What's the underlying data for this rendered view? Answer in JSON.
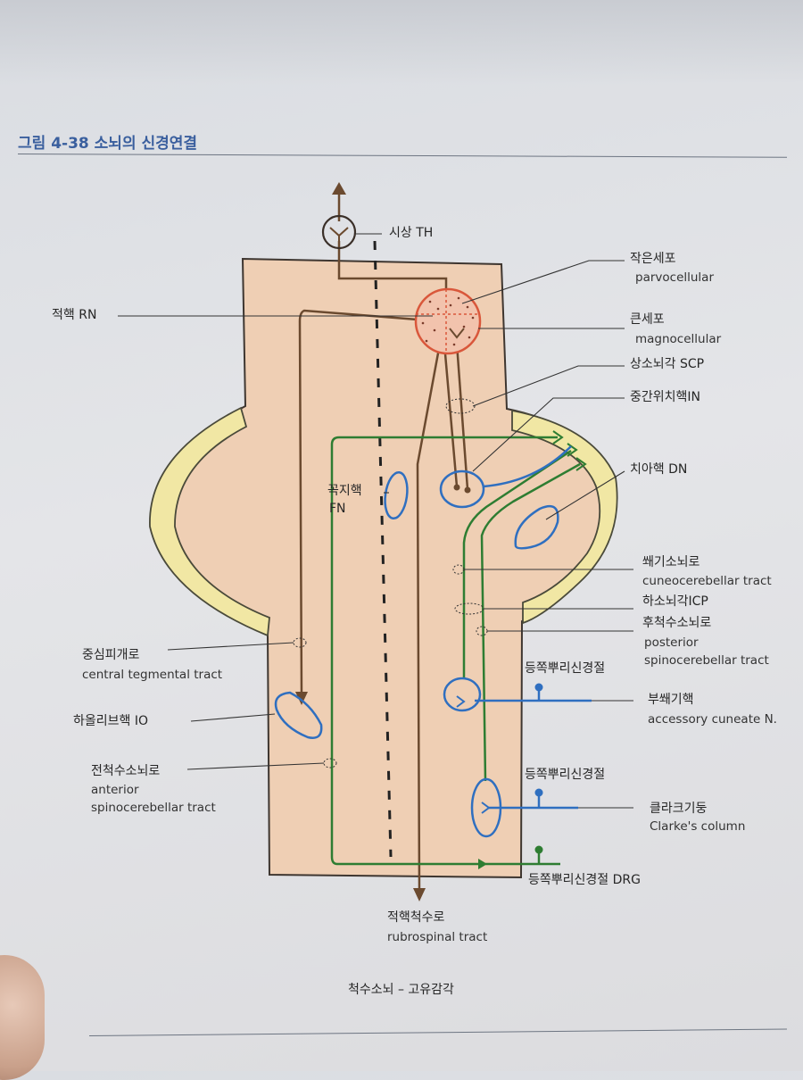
{
  "figure": {
    "title": "그림 4-38 소뇌의 신경연결",
    "caption": "척수소뇌 – 고유감각"
  },
  "labels": {
    "thalamus": "시상 TH",
    "red_nucleus": "적핵 RN",
    "parvocellular_ko": "작은세포",
    "parvocellular_en": "parvocellular",
    "magnocellular_ko": "큰세포",
    "magnocellular_en": "magnocellular",
    "scp": "상소뇌각 SCP",
    "interposed": "중간위치핵IN",
    "dentate": "치아핵 DN",
    "fastigial_ko": "꼭지핵",
    "fastigial_en": "FN",
    "cuneocerebellar_ko": "쐐기소뇌로",
    "cuneocerebellar_en": "cuneocerebellar tract",
    "icp": "하소뇌각ICP",
    "posterior_sc_ko": "후척수소뇌로",
    "posterior_sc_en1": "posterior",
    "posterior_sc_en2": "spinocerebellar tract",
    "ctt_ko": "중심피개로",
    "ctt_en": "central tegmental tract",
    "drg_upper": "등쪽뿌리신경절",
    "accessory_ko": "부쐐기핵",
    "accessory_en": "accessory cuneate N.",
    "io": "하올리브핵 IO",
    "anterior_sc_ko": "전척수소뇌로",
    "anterior_sc_en1": "anterior",
    "anterior_sc_en2": "spinocerebellar tract",
    "drg_middle": "등쪽뿌리신경절",
    "clarke_ko": "클라크기둥",
    "clarke_en": "Clarke's column",
    "drg_bottom": "등쪽뿌리신경절  DRG",
    "rubrospinal_ko": "적핵척수로",
    "rubrospinal_en": "rubrospinal tract"
  },
  "colors": {
    "title": "#3a5f9e",
    "tissue": "#efcfb4",
    "folia": "#f1e7a4",
    "folia_edge": "#4a4a3a",
    "nerve_blue": "#2f6fc0",
    "tract_green": "#2e7d32",
    "tract_brown": "#6b4a2f",
    "red_nucleus": "#d9573b"
  }
}
